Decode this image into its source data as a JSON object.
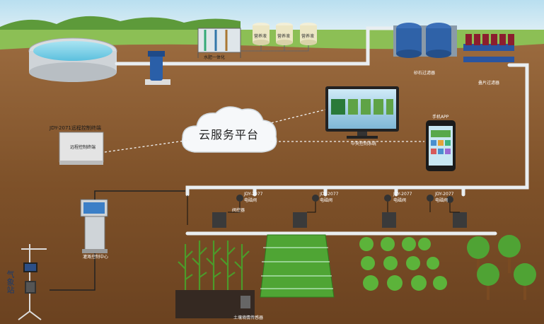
{
  "labels": {
    "cloud": "云服务平台",
    "controller_title": "JDY-2071远程控制终端",
    "controller_face": "远程控制终端",
    "kiosk": "灌溉控制中心",
    "weather": "气象站",
    "tank1": "营养液",
    "tank2": "营养液",
    "tank3": "营养液",
    "fertigation": "水肥一体化",
    "sand_filter": "砂石过滤器",
    "disc_filter": "叠片过滤器",
    "pc_system": "中央控制系统",
    "phone_app": "手机APP",
    "valve1": "JDY-2077\n电磁阀",
    "valve2": "JDY-2077\n电磁阀",
    "valve3": "JDY-2077\n电磁阀",
    "valve4": "JDY-2077\n电磁阀",
    "sensor": "土壤墒情传感器",
    "valve_ctrl": "阀控器"
  },
  "colors": {
    "sky": "#cfe7f3",
    "soil": "#8a5a32",
    "pipe": "#e8eef2",
    "grass": "#6fae3c"
  }
}
